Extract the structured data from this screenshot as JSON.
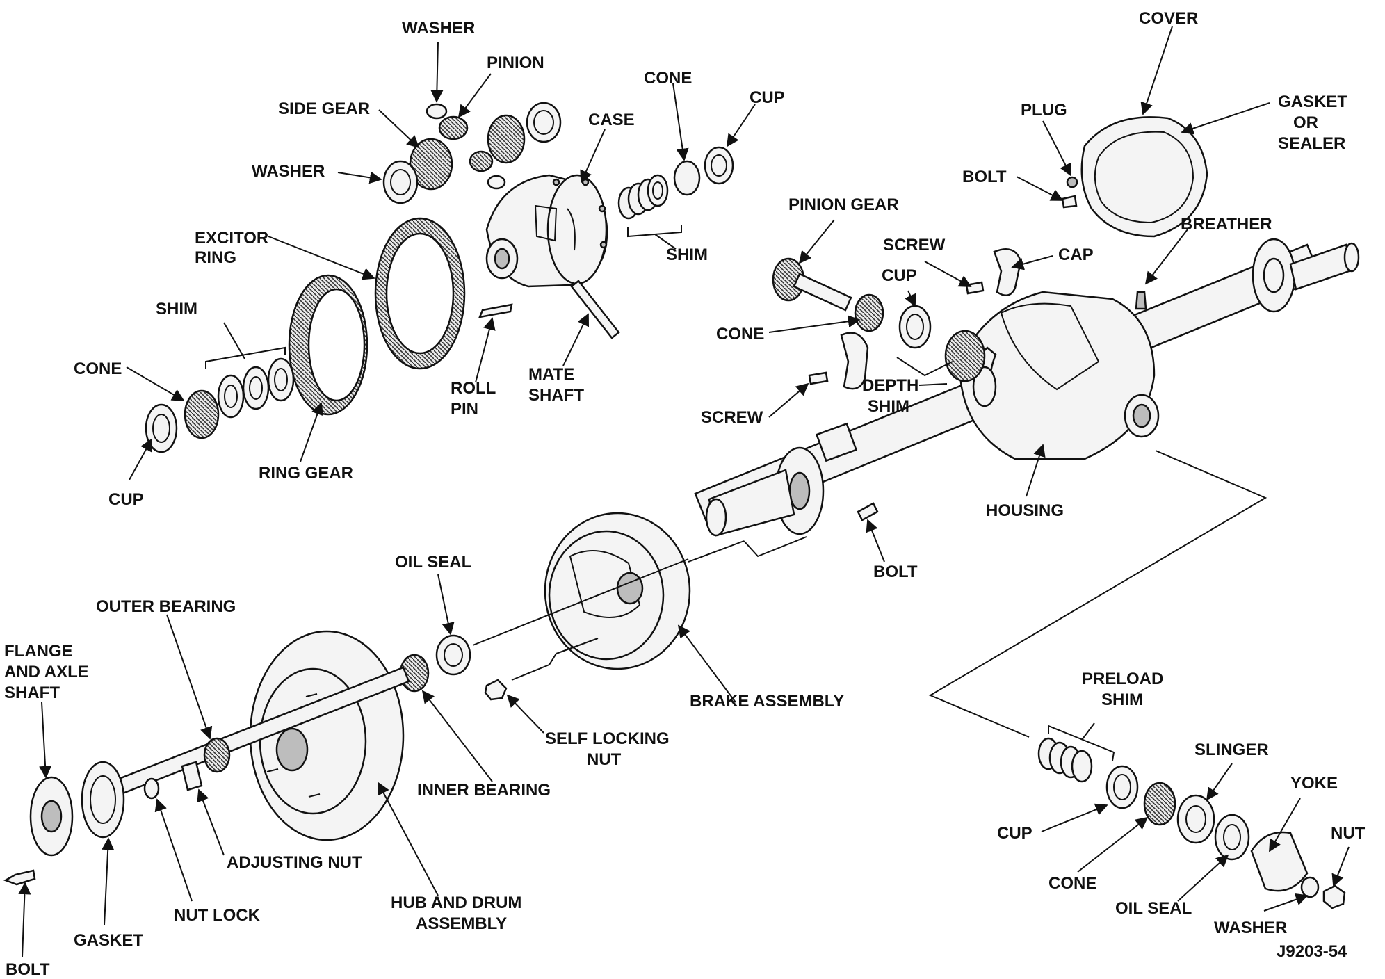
{
  "figure_id": "J9203-54",
  "labels": {
    "washer_top": "WASHER",
    "pinion": "PINION",
    "side_gear": "SIDE GEAR",
    "washer_side": "WASHER",
    "case": "CASE",
    "cone_top": "CONE",
    "cup_top": "CUP",
    "shim_top": "SHIM",
    "excitor_ring": [
      "EXCITOR",
      "RING"
    ],
    "shim_left": "SHIM",
    "cone_left": "CONE",
    "cup_left": "CUP",
    "ring_gear": "RING GEAR",
    "roll_pin": [
      "ROLL",
      "PIN"
    ],
    "mate_shaft": [
      "MATE",
      "SHAFT"
    ],
    "cover": "COVER",
    "gasket_or_sealer": [
      "GASKET",
      "OR",
      "SEALER"
    ],
    "plug": "PLUG",
    "bolt_cover": "BOLT",
    "breather": "BREATHER",
    "pinion_gear": "PINION GEAR",
    "screw_upper": "SCREW",
    "cap": "CAP",
    "cup_mid": "CUP",
    "cone_mid": "CONE",
    "depth_shim": [
      "DEPTH",
      "SHIM"
    ],
    "screw_lower": "SCREW",
    "housing": "HOUSING",
    "bolt_housing": "BOLT",
    "oil_seal_mid": "OIL SEAL",
    "outer_bearing": "OUTER BEARING",
    "flange_axle_shaft": [
      "FLANGE",
      "AND AXLE",
      "SHAFT"
    ],
    "brake_assembly": "BRAKE ASSEMBLY",
    "self_locking_nut": [
      "SELF LOCKING",
      "NUT"
    ],
    "inner_bearing": "INNER BEARING",
    "adjusting_nut": "ADJUSTING NUT",
    "hub_and_drum": [
      "HUB AND DRUM",
      "ASSEMBLY"
    ],
    "nut_lock": "NUT LOCK",
    "gasket_bottom": "GASKET",
    "bolt_bottom": "BOLT",
    "preload_shim": [
      "PRELOAD",
      "SHIM"
    ],
    "slinger": "SLINGER",
    "yoke": "YOKE",
    "nut_right": "NUT",
    "cup_right": "CUP",
    "cone_right": "CONE",
    "oil_seal_right": "OIL SEAL",
    "washer_right": "WASHER"
  }
}
